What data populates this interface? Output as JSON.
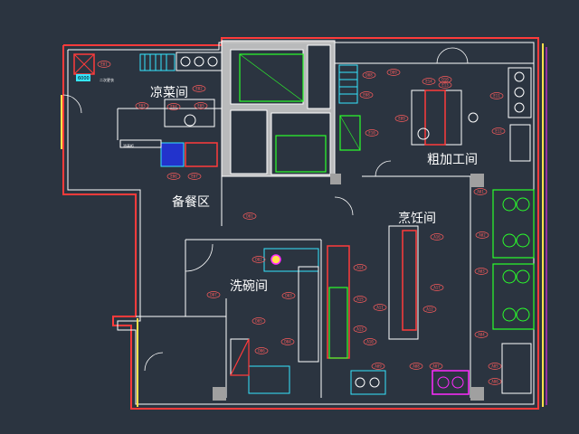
{
  "rooms": {
    "cold_dish": "凉菜间",
    "prep_area": "备餐区",
    "rough_processing": "粗加工间",
    "cooking": "烹饪间",
    "dishwashing": "洗碗间"
  },
  "small_labels": {
    "cold_counter": "6000",
    "note_topleft": "二次更衣",
    "note_mid": "消毒柜"
  },
  "tags": [
    "E01",
    "E02",
    "E03",
    "E04",
    "E05",
    "E06",
    "E07",
    "E08",
    "E09",
    "E10",
    "A01",
    "A02",
    "A03",
    "A04",
    "A05",
    "A06",
    "A07",
    "A08",
    "A09",
    "A10",
    "A11",
    "A12",
    "A13",
    "A14",
    "A15",
    "A16",
    "A17",
    "D01",
    "D02",
    "D03",
    "D04",
    "D05",
    "D06",
    "D07",
    "D08",
    "D09",
    "D10",
    "E11",
    "E12",
    "E13",
    "E14"
  ],
  "colors": {
    "background": "#2b3440",
    "wall_outer": "#ff3b3b",
    "wall_inner": "#ffffff",
    "wall_yellow": "#ffe14a",
    "equipment_green": "#2bff2b",
    "equipment_cyan": "#35e6ff",
    "equipment_magenta": "#ff2bff",
    "tag_red": "#ff5c5c"
  }
}
